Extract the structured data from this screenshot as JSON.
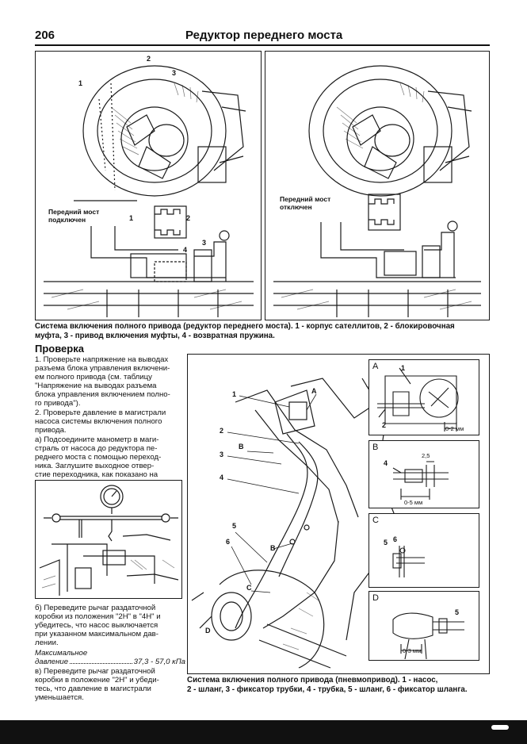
{
  "header": {
    "page_number": "206",
    "title": "Редуктор переднего моста"
  },
  "top_figures": {
    "left_title": "Передний мост\nподключен",
    "right_title": "Передний мост\nотключен",
    "labels": {
      "n1": "1",
      "n2": "2",
      "n3": "3",
      "n4": "4"
    },
    "caption": "Система включения полного привода (редуктор переднего моста). 1 - корпус сателлитов, 2 - блокировочная\nмуфта, 3 - привод включения муфты, 4 - возвратная пружина."
  },
  "section": {
    "heading": "Проверка",
    "step1": "1. Проверьте напряжение на выводах\nразъема блока управления включени-\nем полного привода (см. таблицу\n\"Напряжение на выводах разъема\nблока управления включением полно-\nго привода\").",
    "step2": "2. Проверьте давление в магистрали\nнасоса системы включения полного\nпривода.",
    "step2a": "а) Подсоедините манометр в маги-\nстраль от насоса до редуктора пе-\nреднего моста с помощью переход-\nника. Заглушите выходное отвер-\nстие переходника, как показано на\nрисунке.",
    "step2b": "б) Переведите рычаг раздаточной\nкоробки из положения \"2H\" в \"4H\" и\nубедитесь, что насос выключается\nпри указанном максимальном дав-\nлении.",
    "max_label": "Максимальное",
    "pressure_label": "давление",
    "pressure_value": "37,3 - 57,0 кПа",
    "step2c": "в) Переведите рычаг раздаточной\nкоробки в положение \"2H\" и убеди-\nтесь, что давление в магистрали\nуменьшается."
  },
  "big_figure": {
    "labels": {
      "n1": "1",
      "n2": "2",
      "n3": "3",
      "n4": "4",
      "n5": "5",
      "n6": "6",
      "A": "A",
      "B1": "B",
      "B2": "B",
      "C": "C",
      "D": "D"
    },
    "caption": "Система включения полного привода (пневмопривод). 1 - насос,\n2 - шланг, 3 - фиксатор трубки, 4 - трубка, 5 - шланг, 6 - фиксатор шланга."
  },
  "insets": {
    "A": {
      "letter": "A",
      "n1": "1",
      "n2": "2",
      "dim": "0-2 мм"
    },
    "B": {
      "letter": "B",
      "n4": "4",
      "dim_top": "2,5",
      "dim": "0-5 мм"
    },
    "C": {
      "letter": "C",
      "n5": "5",
      "n6": "6"
    },
    "D": {
      "letter": "D",
      "n5": "5",
      "dim": "0-3 мм"
    }
  }
}
